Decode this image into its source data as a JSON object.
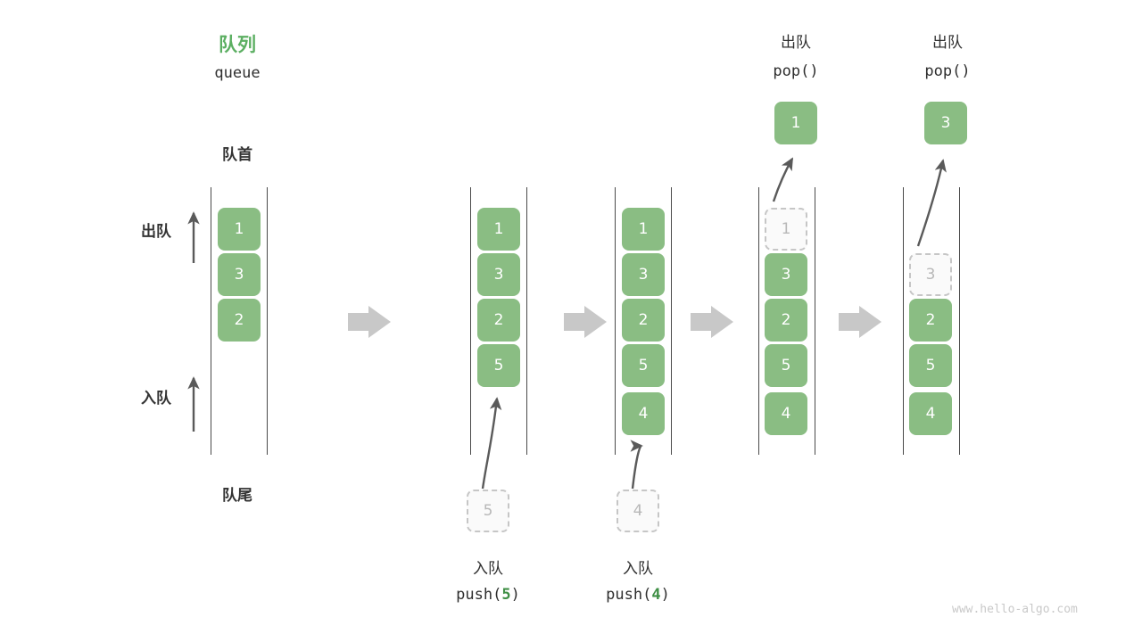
{
  "header": {
    "title_cn": "队列",
    "title_en": "queue",
    "front_label": "队首",
    "rear_label": "队尾",
    "accent_color": "#5caf62",
    "cell_color": "#8abd83",
    "ghost_color": "#fafafa",
    "rail_color": "#4a4a4a",
    "transition_arrow_color": "#c8c8c8"
  },
  "side_labels": {
    "dequeue": "出队",
    "enqueue": "入队"
  },
  "stages": [
    {
      "id": "initial",
      "cells": [
        "1",
        "3",
        "2"
      ],
      "ghost_index": null,
      "op_cn": null,
      "op_code": null,
      "op_value": null,
      "popped_value": null,
      "pop_title_cn": null,
      "pop_title_code": null
    },
    {
      "id": "push-5",
      "cells": [
        "1",
        "3",
        "2",
        "5"
      ],
      "ghost_index": null,
      "op_cn": "入队",
      "op_code_prefix": "push(",
      "op_value": "5",
      "op_code_suffix": ")",
      "incoming_value": "5",
      "popped_value": null,
      "pop_title_cn": null,
      "pop_title_code": null
    },
    {
      "id": "push-4",
      "cells": [
        "1",
        "3",
        "2",
        "5",
        "4"
      ],
      "ghost_index": null,
      "op_cn": "入队",
      "op_code_prefix": "push(",
      "op_value": "4",
      "op_code_suffix": ")",
      "incoming_value": "4",
      "popped_value": null,
      "pop_title_cn": null,
      "pop_title_code": null
    },
    {
      "id": "pop-1",
      "cells": [
        "1",
        "3",
        "2",
        "5",
        "4"
      ],
      "ghost_index": 0,
      "op_cn": null,
      "op_code": null,
      "popped_value": "1",
      "pop_title_cn": "出队",
      "pop_title_code": "pop()"
    },
    {
      "id": "pop-3",
      "cells": [
        "3",
        "2",
        "5",
        "4"
      ],
      "ghost_index": 0,
      "op_cn": null,
      "op_code": null,
      "popped_value": "3",
      "pop_title_cn": "出队",
      "pop_title_code": "pop()"
    }
  ],
  "watermark": "www.hello-algo.com"
}
